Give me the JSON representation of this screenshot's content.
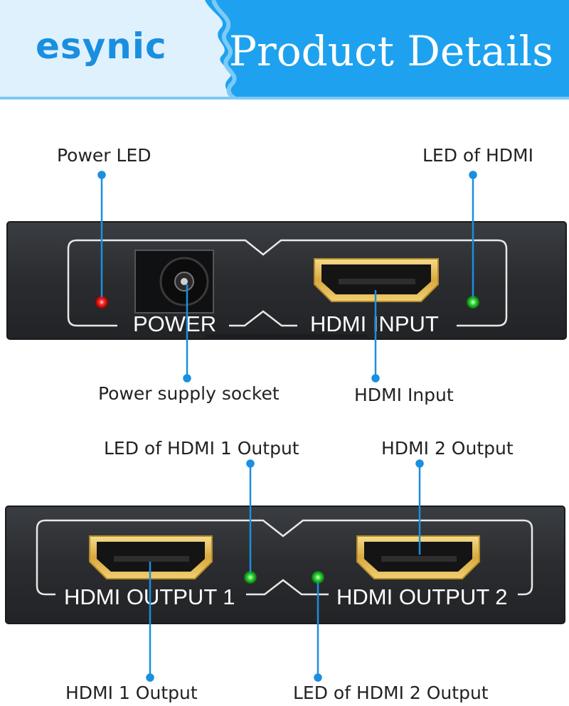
{
  "banner": {
    "brand": "esynic",
    "title": "Product Details",
    "colors": {
      "light": "#dff1fd",
      "accent": "#1ea2ef",
      "brand_text": "#1a8fe0"
    }
  },
  "input_panel": {
    "power_label": "POWER",
    "hdmi_input_label": "HDMI INPUT",
    "callouts": {
      "power_led": "Power LED",
      "led_hdmi": "LED of HDMI",
      "power_socket": "Power supply socket",
      "hdmi_input": "HDMI Input"
    }
  },
  "output_panel": {
    "output1_label": "HDMI OUTPUT 1",
    "output2_label": "HDMI OUTPUT 2",
    "callouts": {
      "led_hdmi1_output": "LED of HDMI 1 Output",
      "hdmi2_output": "HDMI 2 Output",
      "hdmi1_output": "HDMI 1 Output",
      "led_hdmi2_output": "LED of HDMI 2 Output"
    }
  },
  "colors": {
    "device_body": "#2a2c2f",
    "device_edge": "#3a3c40",
    "led_red": "#ff2a2a",
    "led_green": "#36e23a",
    "leader_line": "#1a8fe0",
    "port_gold": "#e8c463"
  }
}
